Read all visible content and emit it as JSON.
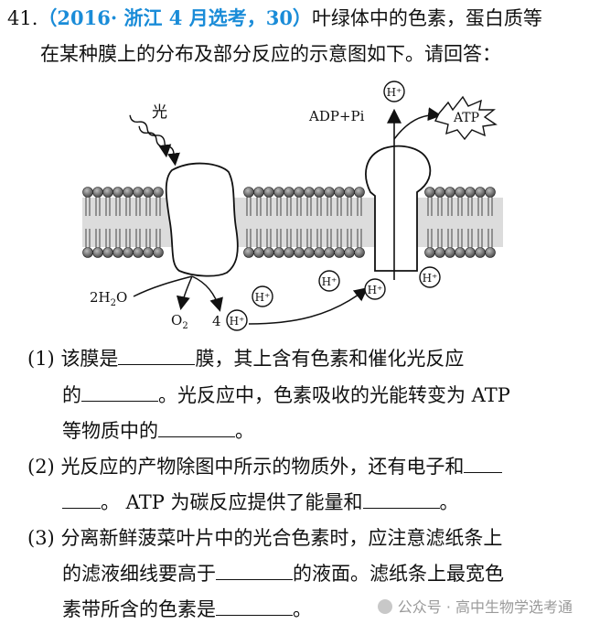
{
  "question": {
    "number": "41.",
    "source": "（2016· 浙江 4 月选考，30）",
    "stem_line1_rest": "叶绿体中的色素，蛋白质等",
    "stem_line2": "在某种膜上的分布及部分反应的示意图如下。请回答："
  },
  "diagram": {
    "light_label": "光",
    "adp_label": "ADP+Pi",
    "atp_label": "ATP",
    "water_label_pre": "2H",
    "water_label_sub": "2",
    "water_label_post": "O",
    "oxygen_label": "O",
    "oxygen_sub": "2",
    "four_label": "4",
    "h_plus": "H⁺"
  },
  "subquestions": [
    {
      "num": "(1)",
      "l1a": "该膜是",
      "l1b": "膜，其上含有色素和催化光反应",
      "l2a": "的",
      "l2b": "。光反应中，色素吸收的光能转变为 ATP",
      "l3a": "等物质中的",
      "l3b": "。"
    },
    {
      "num": "(2)",
      "l1a": "光反应的产物除图中所示的物质外，还有电子和",
      "l2a": "。 ATP 为碳反应提供了能量和",
      "l2b": "。"
    },
    {
      "num": "(3)",
      "l1a": "分离新鲜菠菜叶片中的光合色素时，应注意滤纸条上",
      "l2a": "的滤液细线要高于",
      "l2b": "的液面。滤纸条上最宽色",
      "l3a": "素带所含的色素是",
      "l3b": "。"
    }
  ],
  "watermark": "公众号 · 高中生物学选考通"
}
